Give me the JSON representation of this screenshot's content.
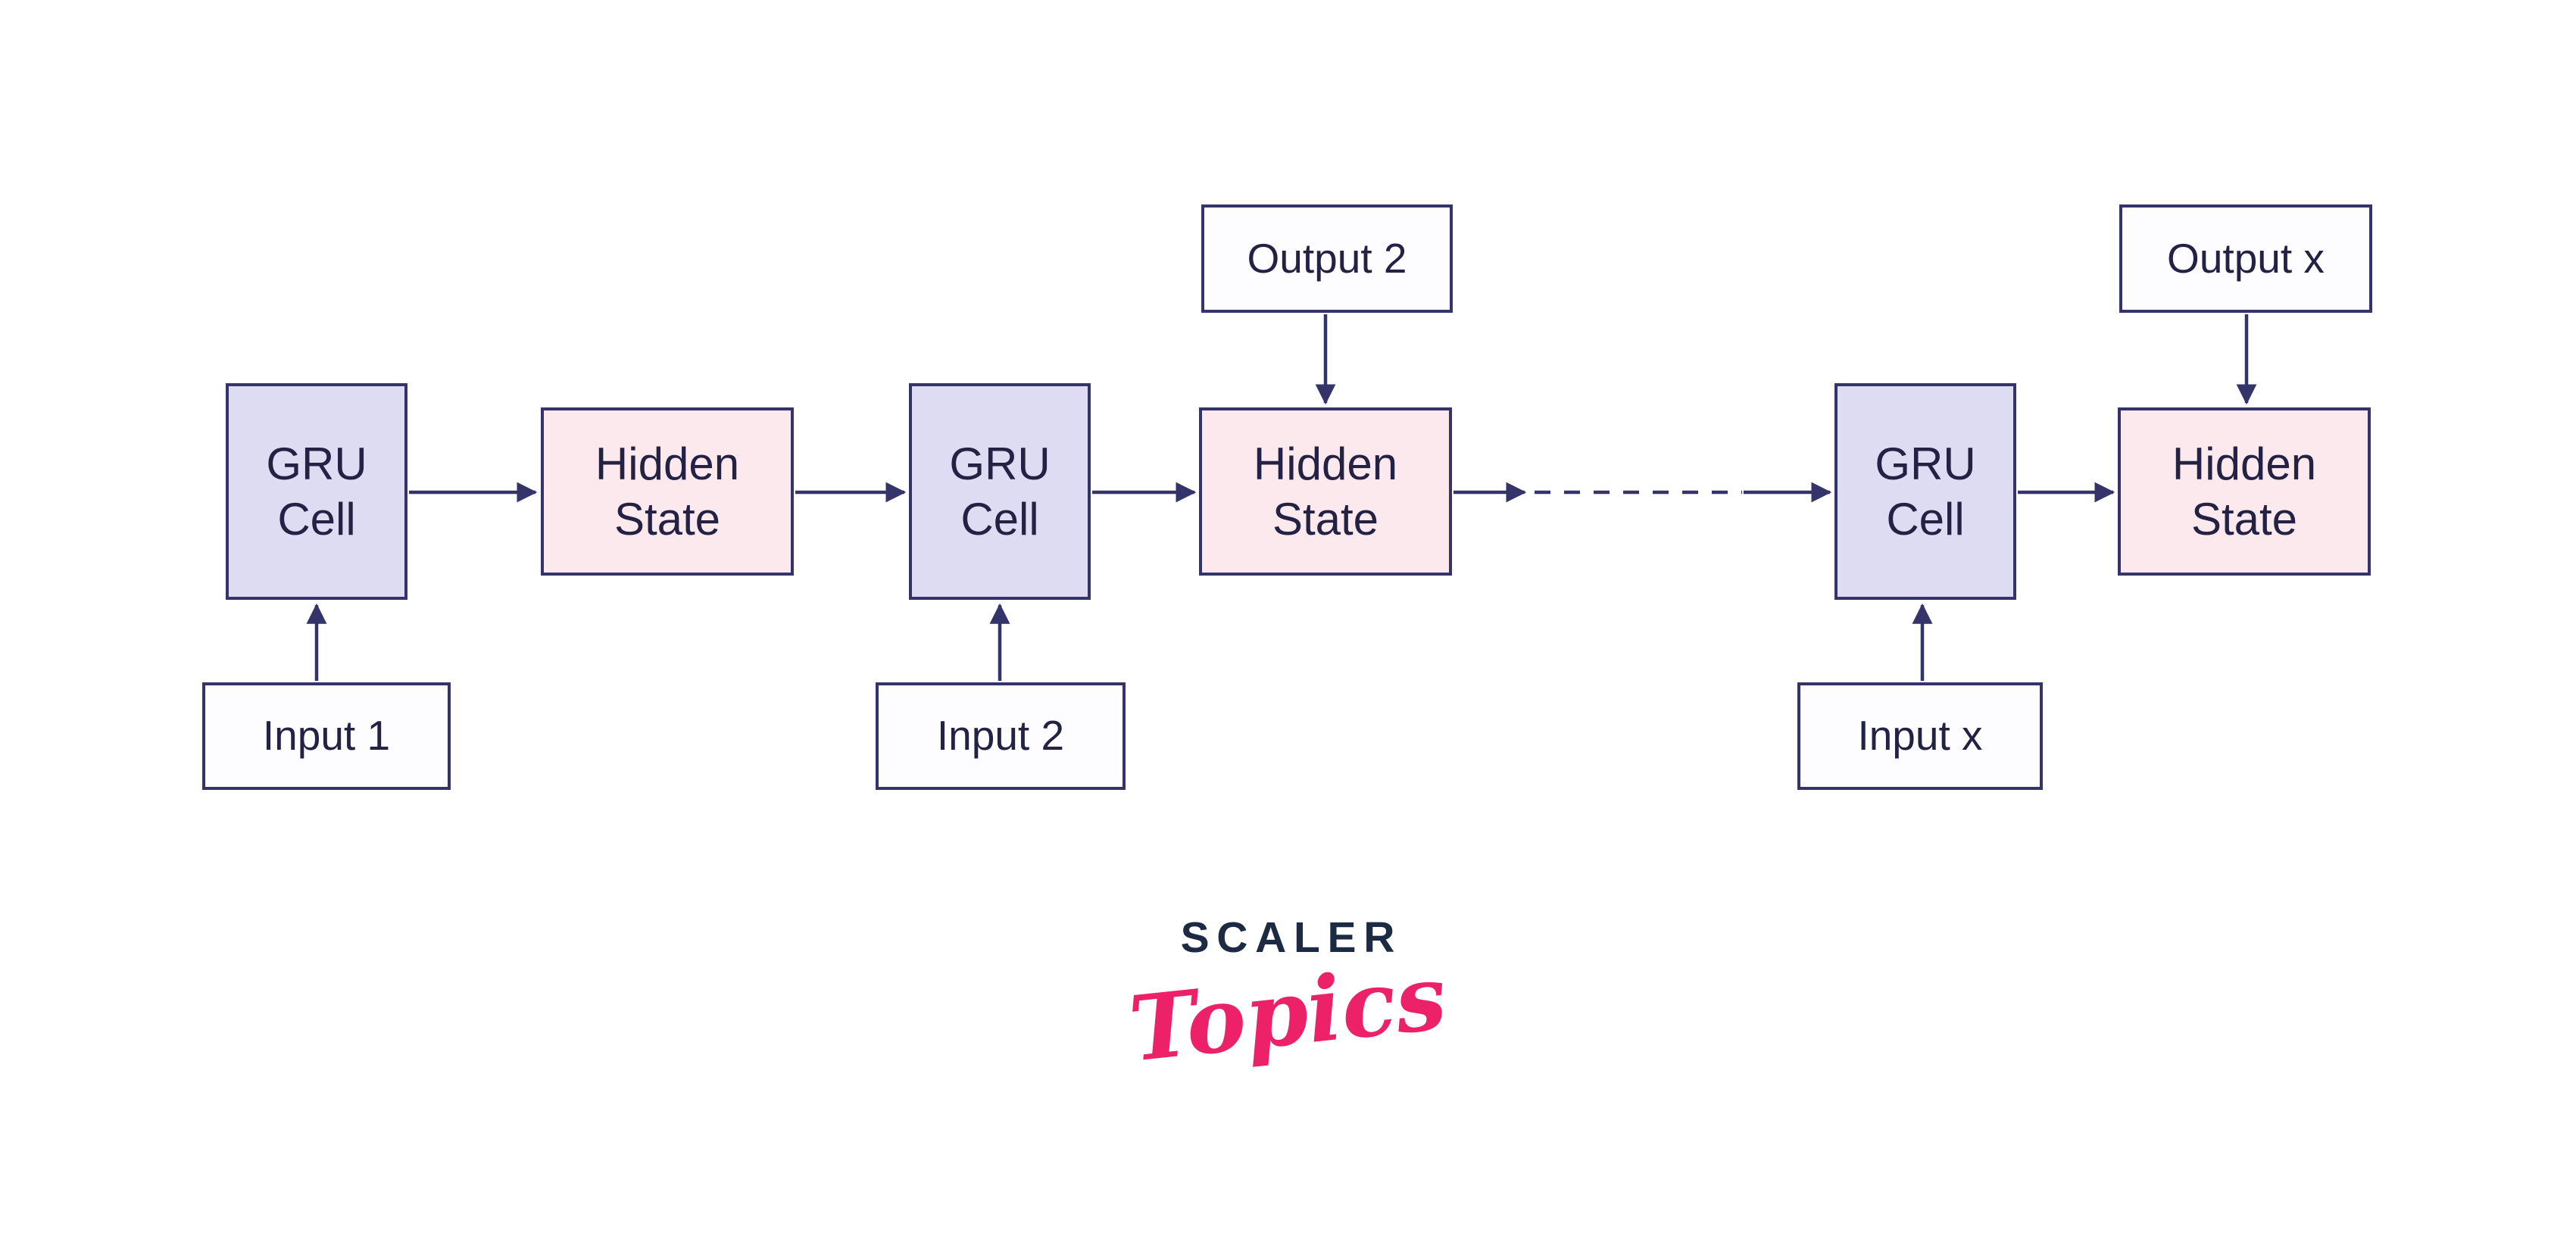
{
  "colors": {
    "background": "#ffffff",
    "node_border": "#34336a",
    "arrow": "#34336a",
    "gru_fill": "#dedcf3",
    "hidden_fill": "#fce9ed",
    "io_fill": "#fdfdff",
    "label_text": "#232245",
    "logo_navy": "#1d2a44",
    "logo_pink": "#ec2168"
  },
  "nodes": {
    "gru1": {
      "label": "GRU\nCell"
    },
    "hidden1": {
      "label": "Hidden\nState"
    },
    "gru2": {
      "label": "GRU\nCell"
    },
    "hidden2": {
      "label": "Hidden\nState"
    },
    "gru3": {
      "label": "GRU\nCell"
    },
    "hidden3": {
      "label": "Hidden\nState"
    },
    "output2": {
      "label": "Output 2"
    },
    "outputx": {
      "label": "Output x"
    },
    "input1": {
      "label": "Input 1"
    },
    "input2": {
      "label": "Input 2"
    },
    "inputx": {
      "label": "Input x"
    }
  },
  "logo": {
    "brand": "SCALER",
    "product": "Topics"
  }
}
